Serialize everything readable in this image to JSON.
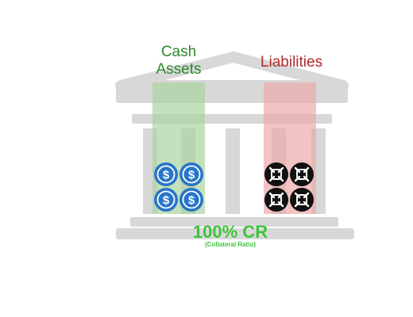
{
  "colors": {
    "building": "#d8d8d8",
    "cash_column": "#a9d4a0",
    "liabilities_column": "#ecaaaa",
    "cash_text": "#2a8a2a",
    "liabilities_text": "#b02a2a",
    "cr_text": "#3cc43c",
    "usdc_coin": "#2775ca",
    "liability_token": "#111111"
  },
  "labels": {
    "cash_line1": "Cash",
    "cash_line2": "Assets",
    "liabilities": "Liabilities",
    "cr_title": "100% CR",
    "cr_subtitle": "(Collateral Ratio)"
  },
  "icons": {
    "building": "bank-building-icon",
    "asset_token": "usdc-coin-icon",
    "liability_token": "stablecoin-token-icon"
  },
  "counts": {
    "asset_tokens": 4,
    "liability_tokens": 4
  }
}
